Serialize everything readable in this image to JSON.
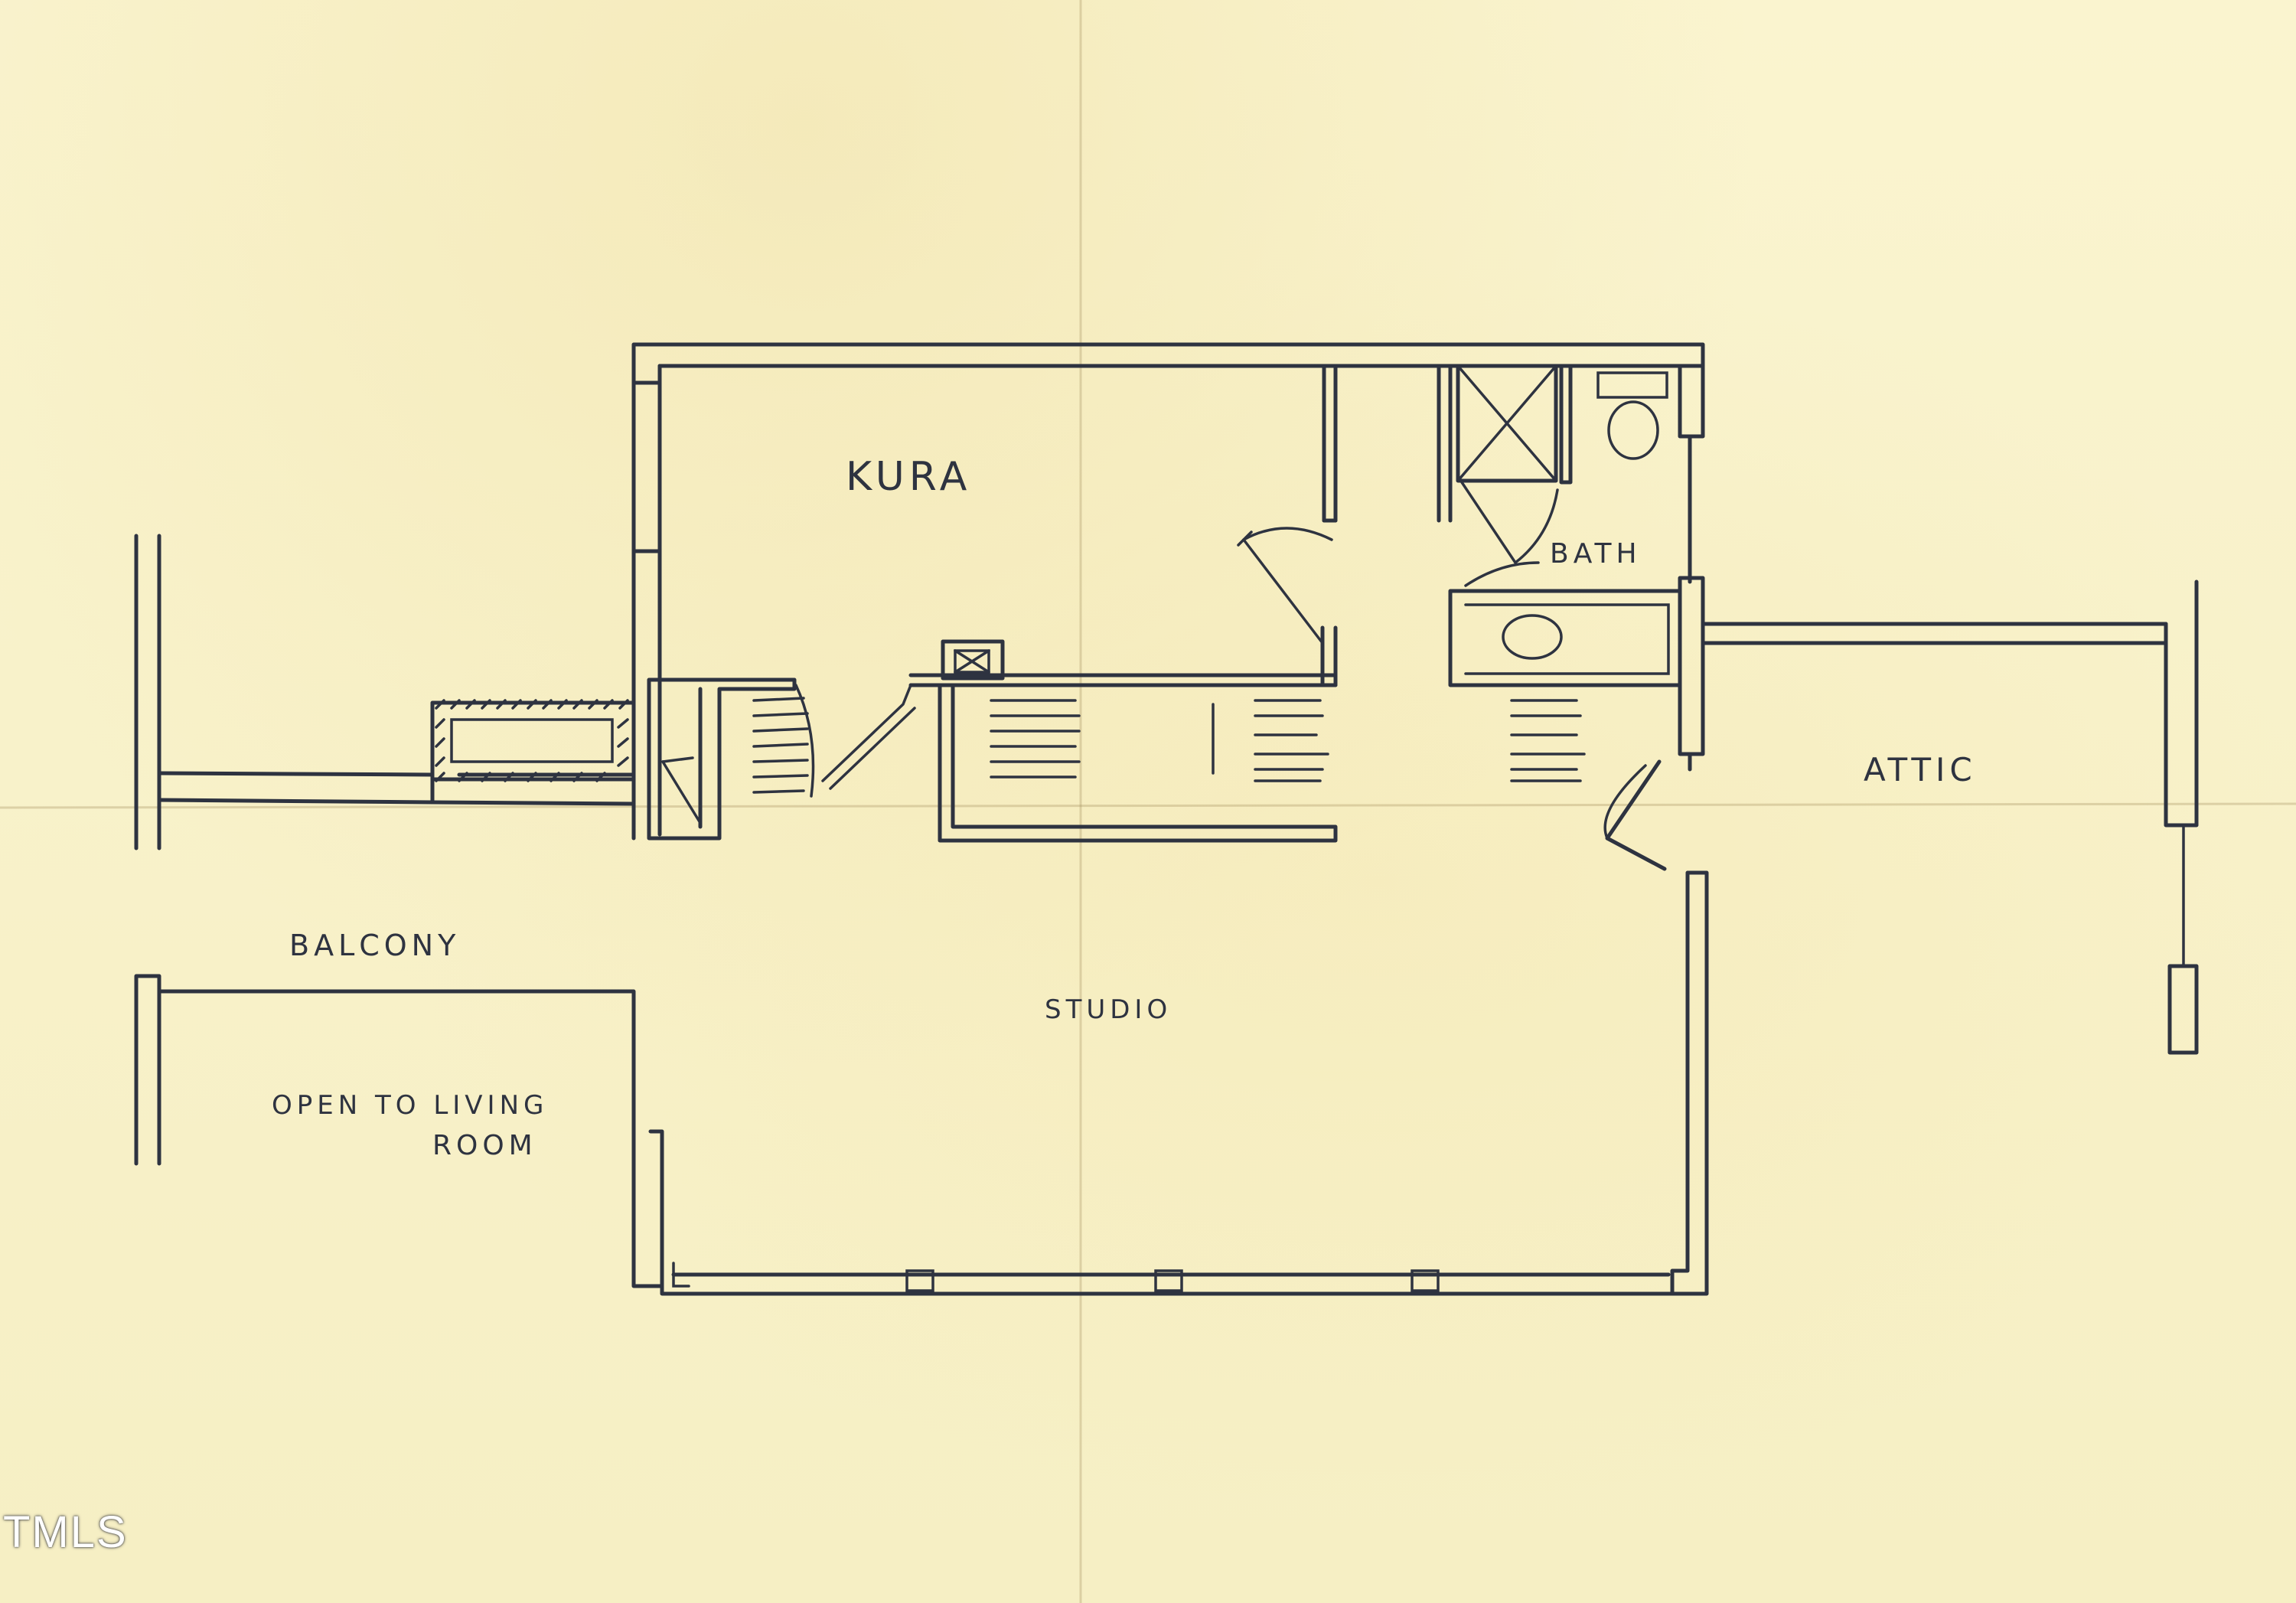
{
  "rooms": {
    "kura": "KURA",
    "bath": "BATH",
    "attic": "ATTIC",
    "balcony": "BALCONY",
    "studio": "STUDIO",
    "open_line1": "OPEN TO LIVING",
    "open_line2": "ROOM"
  },
  "watermark": "TMLS",
  "colors": {
    "paper": "#f8f1c8",
    "ink": "#2e3340"
  }
}
